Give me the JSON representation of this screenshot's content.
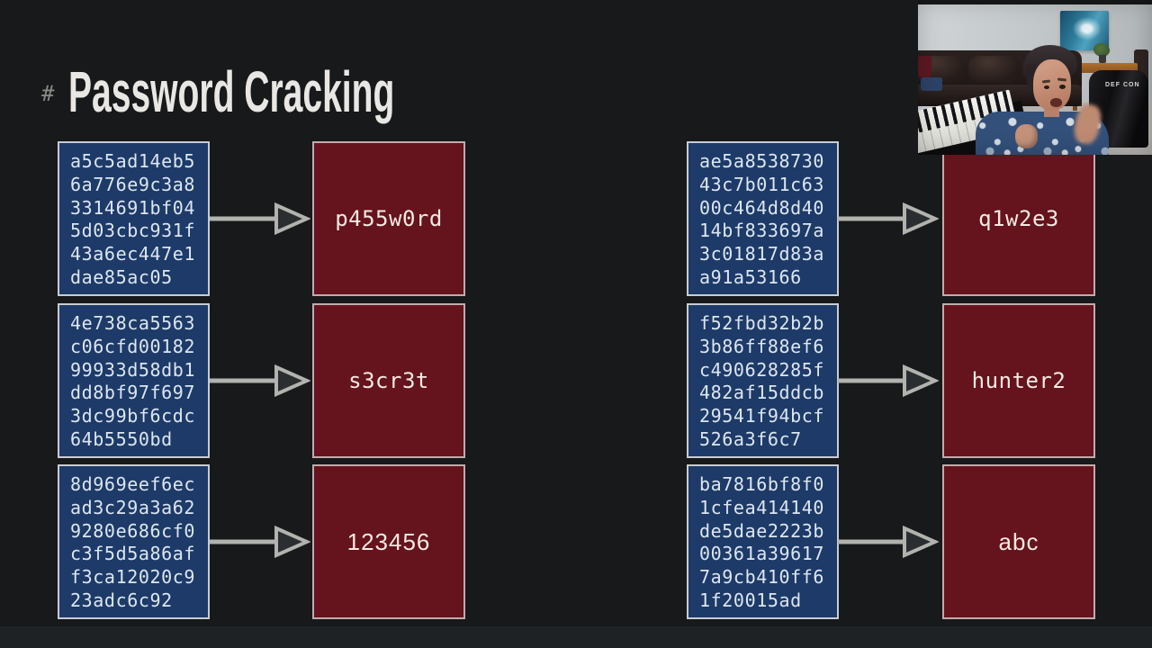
{
  "slide": {
    "title_marker": "#",
    "title": "Password Cracking"
  },
  "pairs": [
    {
      "hash": "a5c5ad14eb5\n6a776e9c3a8\n3314691bf04\n5d03cbc931f\n43a6ec447e1\ndae85ac05",
      "password": "p455w0rd"
    },
    {
      "hash": "4e738ca5563\nc06cfd00182\n99933d58db1\ndd8bf97f697\n3dc99bf6cdc\n64b5550bd",
      "password": "s3cr3t"
    },
    {
      "hash": "8d969eef6ec\nad3c29a3a62\n9280e686cf0\nc3f5d5a86af\nf3ca12020c9\n23adc6c92",
      "password": "123456"
    },
    {
      "hash": "ae5a8538730\n43c7b011c63\n00c464d8d40\n14bf833697a\n3c01817d83a\na91a53166",
      "password": "q1w2e3"
    },
    {
      "hash": "f52fbd32b2b\n3b86ff88ef6\nc490628285f\n482af15ddcb\n29541f94bcf\n526a3f6c7",
      "password": "hunter2"
    },
    {
      "hash": "ba7816bf8f0\n1cfea414140\nde5dae2223b\n00361a39617\n7a9cb410ff6\n1f20015ad",
      "password": "abc"
    }
  ],
  "webcam": {
    "jacket_text": "DEF CON"
  },
  "colors": {
    "background": "#17191b",
    "hash_box_fill": "#1d3a68",
    "hash_box_border": "#c8ccd2",
    "password_box_fill": "#65131c",
    "password_box_border": "#c2abab",
    "arrow": "#b2b2ae",
    "title_text": "#e9e7e3",
    "hash_text": "#dde6f0",
    "password_text": "#f3e9e3"
  }
}
